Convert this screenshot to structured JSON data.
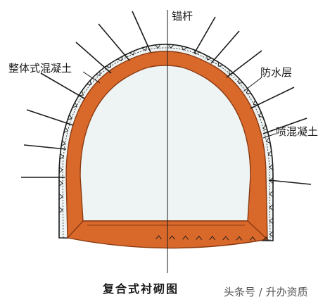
{
  "diagram": {
    "labels": {
      "anchor_bolt": "锚杆",
      "integral_concrete": "整体式混凝土",
      "waterproof_layer": "防水层",
      "shotcrete": "喷混凝土"
    },
    "caption": "复合式衬砌图",
    "watermark": "头条号 / 升办资质",
    "colors": {
      "lining": "#d9692a",
      "lining_edge": "#8a3a12",
      "line": "#1a1a1a",
      "shotcrete_fill": "#eef3f4",
      "background": "#ffffff"
    }
  }
}
